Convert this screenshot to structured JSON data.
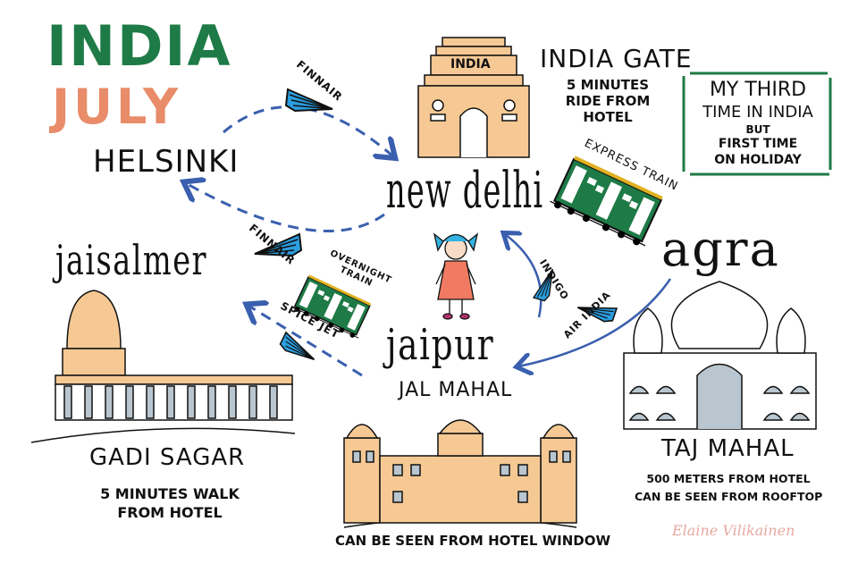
{
  "title": {
    "line1": "INDIA",
    "line2": "JULY"
  },
  "colors": {
    "green": "#1e7a46",
    "orange": "#e98c69",
    "blue_route": "#3a5fae",
    "plane_blue": "#2a9ee0",
    "sand": "#f6c994",
    "window_grey": "#b9c6cf",
    "signature": "#e6a8a0"
  },
  "places": {
    "helsinki": "HELSINKI",
    "new_delhi": "new delhi",
    "agra": "agra",
    "jaipur": "jaipur",
    "jaisalmer": "jaisalmer"
  },
  "routes": {
    "finnair_out": "FINNAIR",
    "finnair_back": "FINNAIR",
    "express_train": "EXPRESS TRAIN",
    "overnight_train": {
      "line1": "OVERNIGHT",
      "line2": "TRAIN"
    },
    "spice_jet": "SPICE JET",
    "indigo": "INDIGO",
    "air_india": "AIR INDIA"
  },
  "landmarks": {
    "india_gate": {
      "sign": "INDIA",
      "title": "INDIA GATE",
      "note": [
        "5 MINUTES",
        "RIDE FROM",
        "HOTEL"
      ]
    },
    "gadi_sagar": {
      "title": "GADI SAGAR",
      "note": [
        "5 MINUTES WALK",
        "FROM HOTEL"
      ]
    },
    "jal_mahal": {
      "title": "JAL MAHAL",
      "note": "CAN BE SEEN FROM HOTEL WINDOW"
    },
    "taj_mahal": {
      "title": "TAJ MAHAL",
      "note": [
        "500 METERS FROM HOTEL",
        "CAN BE SEEN FROM ROOFTOP"
      ]
    }
  },
  "callout": {
    "line1": "MY THIRD",
    "line2": "TIME IN INDIA",
    "line3": "BUT",
    "line4": "FIRST TIME",
    "line5": "ON HOLIDAY"
  },
  "signature": "Elaine Vilikainen",
  "icons": [
    "paper-plane-icon",
    "train-icon",
    "girl-figure-icon"
  ]
}
